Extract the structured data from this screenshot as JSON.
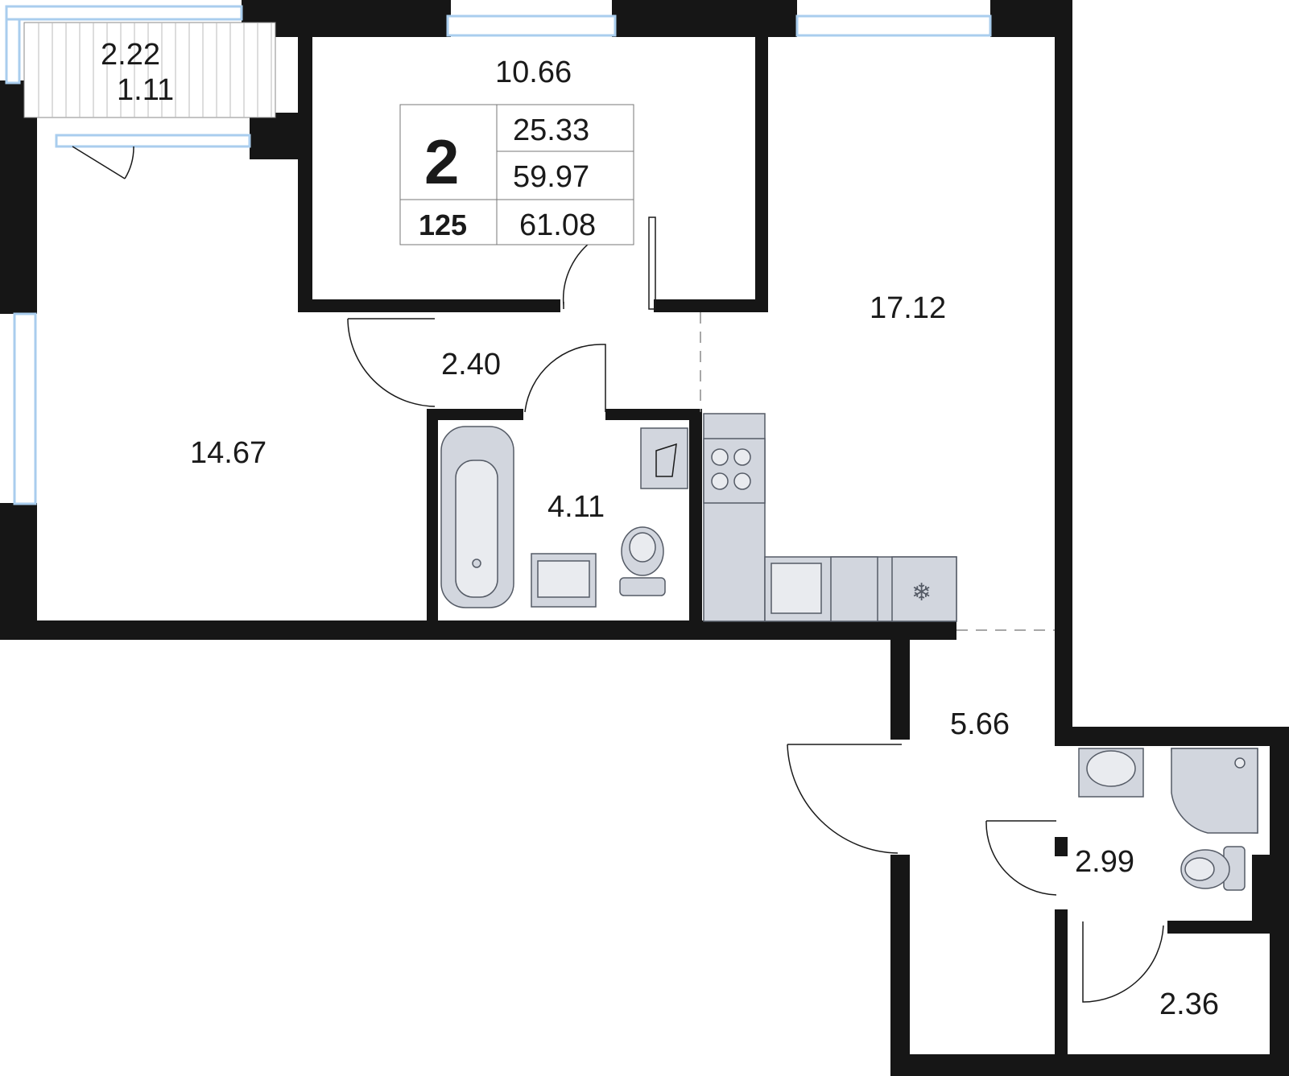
{
  "plan": {
    "room_count": "2",
    "apartment_number": "125",
    "area_living": "25.33",
    "area_total_without_balcony": "59.97",
    "area_total": "61.08"
  },
  "rooms": {
    "balcony_area": "2.22",
    "balcony_reduced": "1.11",
    "bedroom_small": "10.66",
    "kitchen_living": "17.12",
    "hall": "2.40",
    "bedroom_large": "14.67",
    "bathroom": "4.11",
    "entrance_hall": "5.66",
    "shower_room": "2.99",
    "storage": "2.36"
  },
  "colors": {
    "wall": "#161616",
    "window": "#a9cdee",
    "fixture": "#d2d6de"
  }
}
